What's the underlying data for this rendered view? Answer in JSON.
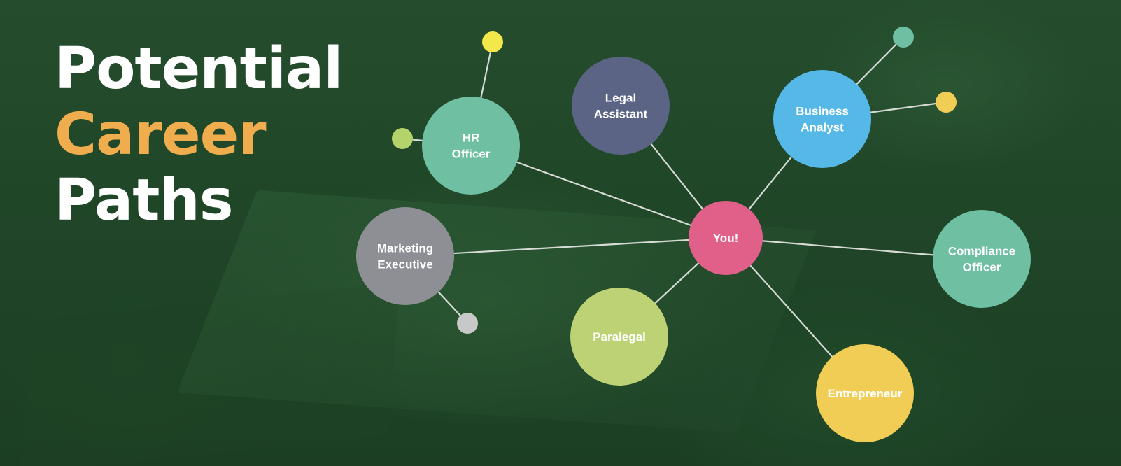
{
  "title": {
    "line1": "Potential",
    "line2": "Career",
    "line3": "Paths"
  },
  "colors": {
    "title_white": "#ffffff",
    "title_accent": "#f0ad4e",
    "edge": "#d6dbd6"
  },
  "diagram": {
    "center": {
      "id": "you",
      "lines": [
        "You!"
      ],
      "color": "#e0608a"
    },
    "nodes": [
      {
        "id": "hr-officer",
        "lines": [
          "HR",
          "Officer"
        ],
        "color": "#6fbfa3"
      },
      {
        "id": "legal-assistant",
        "lines": [
          "Legal",
          "Assistant"
        ],
        "color": "#5b6485"
      },
      {
        "id": "business-analyst",
        "lines": [
          "Business",
          "Analyst"
        ],
        "color": "#56b8e6"
      },
      {
        "id": "marketing-executive",
        "lines": [
          "Marketing",
          "Executive"
        ],
        "color": "#8e8f94"
      },
      {
        "id": "compliance-officer",
        "lines": [
          "Compliance",
          "Officer"
        ],
        "color": "#6fbfa3"
      },
      {
        "id": "paralegal",
        "lines": [
          "Paralegal"
        ],
        "color": "#bcd274"
      },
      {
        "id": "entrepreneur",
        "lines": [
          "Entrepreneur"
        ],
        "color": "#f2cd55"
      }
    ],
    "dots": [
      {
        "id": "dot-hr-top",
        "color": "#f3e84a"
      },
      {
        "id": "dot-hr-left",
        "color": "#b5d36b"
      },
      {
        "id": "dot-analyst-top",
        "color": "#6fbfa3"
      },
      {
        "id": "dot-analyst-right",
        "color": "#f2cd55"
      },
      {
        "id": "dot-marketing",
        "color": "#c8c8c8"
      }
    ]
  }
}
